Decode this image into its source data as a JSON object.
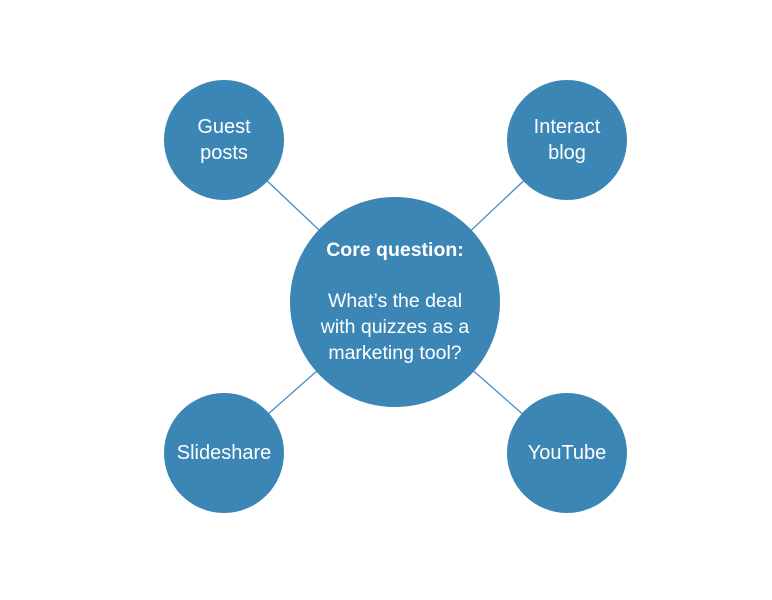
{
  "diagram": {
    "center": {
      "title": "Core question:",
      "body": "What’s the deal\nwith quizzes as a\nmarketing tool?"
    },
    "nodes": [
      {
        "id": "guest-posts",
        "label": "Guest\nposts"
      },
      {
        "id": "interact-blog",
        "label": "Interact\nblog"
      },
      {
        "id": "slideshare",
        "label": "Slideshare"
      },
      {
        "id": "youtube",
        "label": "YouTube"
      }
    ],
    "colors": {
      "circle": "#3B86B5",
      "line": "#4A8EC4",
      "text": "#FFFFFF",
      "background": "#FFFFFF"
    }
  }
}
